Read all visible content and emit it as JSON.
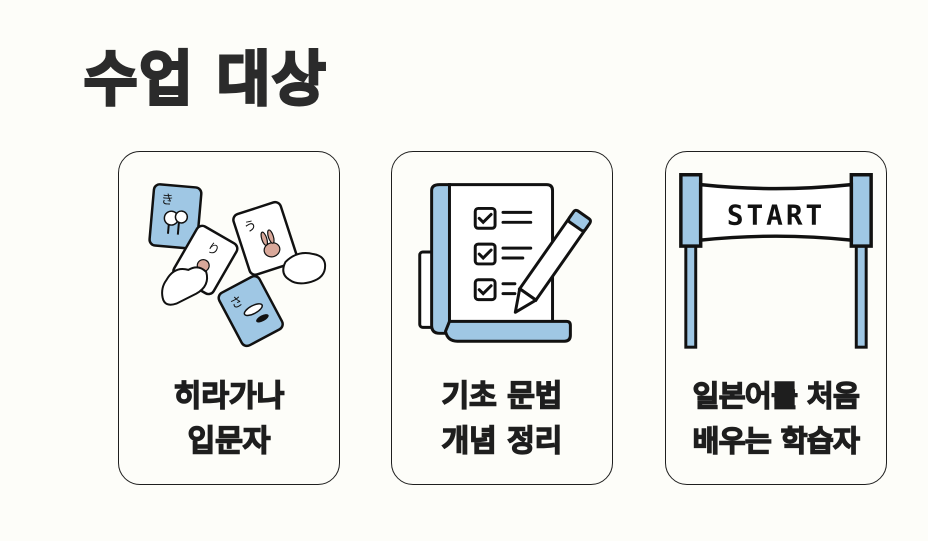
{
  "title": "수업 대상",
  "colors": {
    "background": "#fdfdf9",
    "text": "#2b2b2b",
    "accent_blue": "#9fc7e4",
    "outline": "#111111",
    "pink": "#d9a89a"
  },
  "cards": [
    {
      "icon": "hiragana-cards-icon",
      "label": "히라가나\n입문자",
      "card_glyphs": [
        "き",
        "う",
        "り",
        "さ"
      ]
    },
    {
      "icon": "checklist-pencil-icon",
      "label": "기초 문법\n개념 정리"
    },
    {
      "icon": "start-banner-icon",
      "label": "일본어를 처음\n배우는 학습자",
      "banner_text": "START"
    }
  ]
}
